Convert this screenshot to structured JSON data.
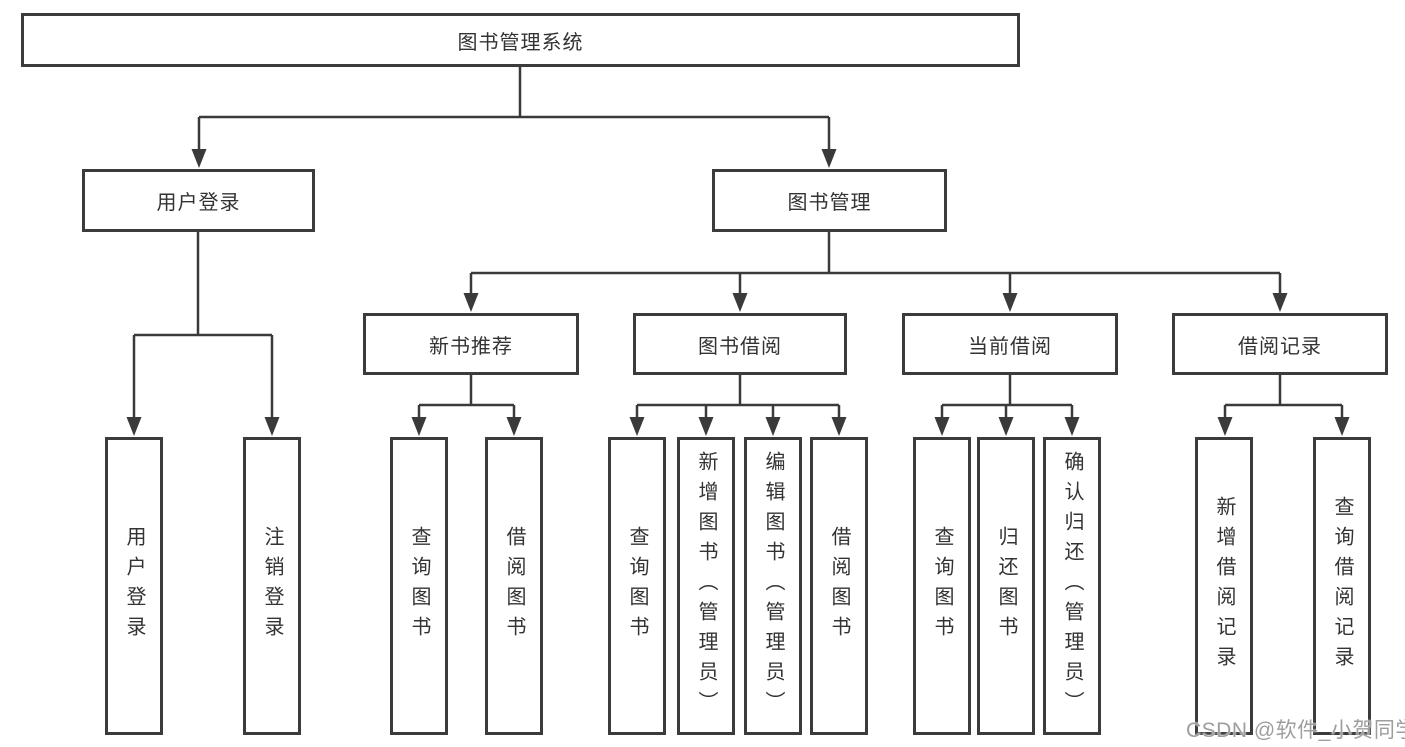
{
  "diagram_title": "图书管理系统",
  "watermark": "CSDN @软件_小贺同学",
  "colors": {
    "background": "#ffffff",
    "line": "#3a3a3a",
    "box_border": "#3b3b3b",
    "text": "#333333",
    "watermark_text": "#9e9e9e"
  },
  "tree": {
    "root": "图书管理系统",
    "branches": [
      {
        "label": "用户登录",
        "children": [
          "用户登录",
          "注销登录"
        ]
      },
      {
        "label": "图书管理",
        "children": [
          {
            "label": "新书推荐",
            "children": [
              "查询图书",
              "借阅图书"
            ]
          },
          {
            "label": "图书借阅",
            "children": [
              "查询图书",
              "新增图书（管理员）",
              "编辑图书（管理员）",
              "借阅图书"
            ]
          },
          {
            "label": "当前借阅",
            "children": [
              "查询图书",
              "归还图书",
              "确认归还（管理员）"
            ]
          },
          {
            "label": "借阅记录",
            "children": [
              "新增借阅记录",
              "查询借阅记录"
            ]
          }
        ]
      }
    ]
  }
}
